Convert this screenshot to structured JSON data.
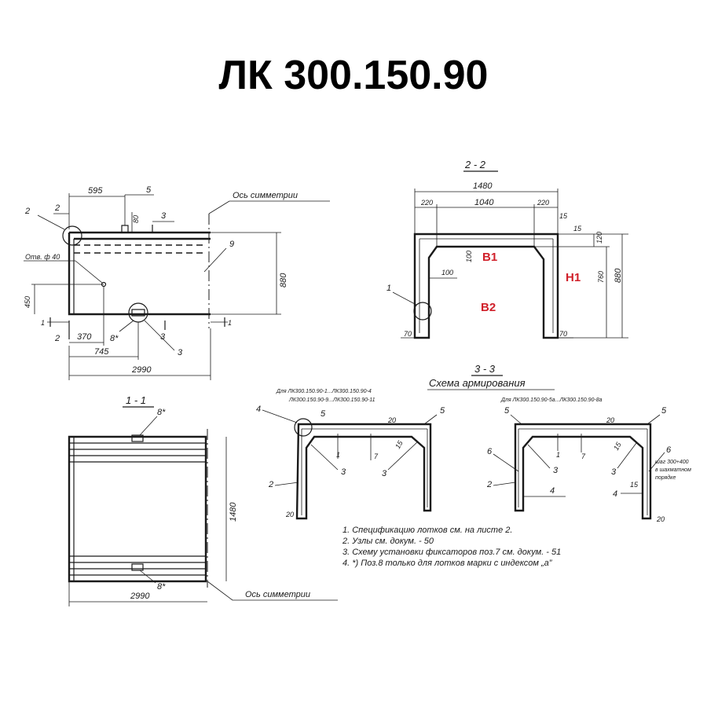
{
  "title": "ЛК 300.150.90",
  "plan": {
    "dim_595": "595",
    "pos_5": "5",
    "dim_80": "80",
    "dim_3": "3",
    "axis_label": "Ось симметрии",
    "pos_2": "2",
    "dim_2": "2",
    "hole_label": "Отв. ф 40",
    "pos_9": "9",
    "dim_880": "880",
    "dim_450": "450",
    "cut_1": "1",
    "dim_370": "370",
    "pos_8": "8*",
    "pos_3": "3",
    "dim_745": "745",
    "dim_2990": "2990"
  },
  "section22": {
    "label": "2 - 2",
    "dim_1480": "1480",
    "dim_220a": "220",
    "dim_1040": "1040",
    "dim_220b": "220",
    "dim_15a": "15",
    "dim_15b": "15",
    "dim_120": "120",
    "dim_100a": "100",
    "dim_100b": "100",
    "dim_760": "760",
    "dim_880": "880",
    "pos_1": "1",
    "dim_70a": "70",
    "dim_70b": "70",
    "B1": "B1",
    "H1": "H1",
    "B2": "B2"
  },
  "section11": {
    "label": "1 - 1",
    "pos_8a": "8*",
    "pos_8b": "8*",
    "dim_1480": "1480",
    "dim_2990": "2990",
    "axis_label": "Ось симметрии"
  },
  "section33": {
    "label": "3 - 3",
    "subtitle": "Схема армирования",
    "left_caption1": "Для ЛК300.150.90-1...ЛК300.150.90-4",
    "left_caption2": "ЛК300.150.90-9...ЛК300.150.90-11",
    "right_caption": "Для ЛК300.150.90-5а...ЛК300.150.90-8а",
    "pos_4": "4",
    "pos_5a": "5",
    "pos_5b": "5",
    "dim_20a": "20",
    "dim_1": "1",
    "dim_7": "7",
    "dim_15": "15",
    "pos_3a": "3",
    "pos_3b": "3",
    "pos_2": "2",
    "dim_20b": "20",
    "r_pos_5a": "5",
    "r_pos_5b": "5",
    "r_dim_20a": "20",
    "r_pos_6a": "6",
    "r_pos_6b": "6",
    "r_dim_1": "1",
    "r_dim_7": "7",
    "r_pos_3a": "3",
    "r_pos_3b": "3",
    "r_dim_15a": "15",
    "r_dim_15b": "15",
    "r_pos_2": "2",
    "r_pos_4a": "4",
    "r_pos_4b": "4",
    "r_dim_20b": "20",
    "r_note1": "шаг 300+400",
    "r_note2": "в шахматном",
    "r_note3": "порядке"
  },
  "notes": [
    "1. Спецификацию лотков см. на листе 2.",
    "2. Узлы см. докум. - 50",
    "3. Схему установки фиксаторов поз.7 см. докум. - 51",
    "4. *) Поз.8 только для лотков марки с индексом „а”"
  ]
}
